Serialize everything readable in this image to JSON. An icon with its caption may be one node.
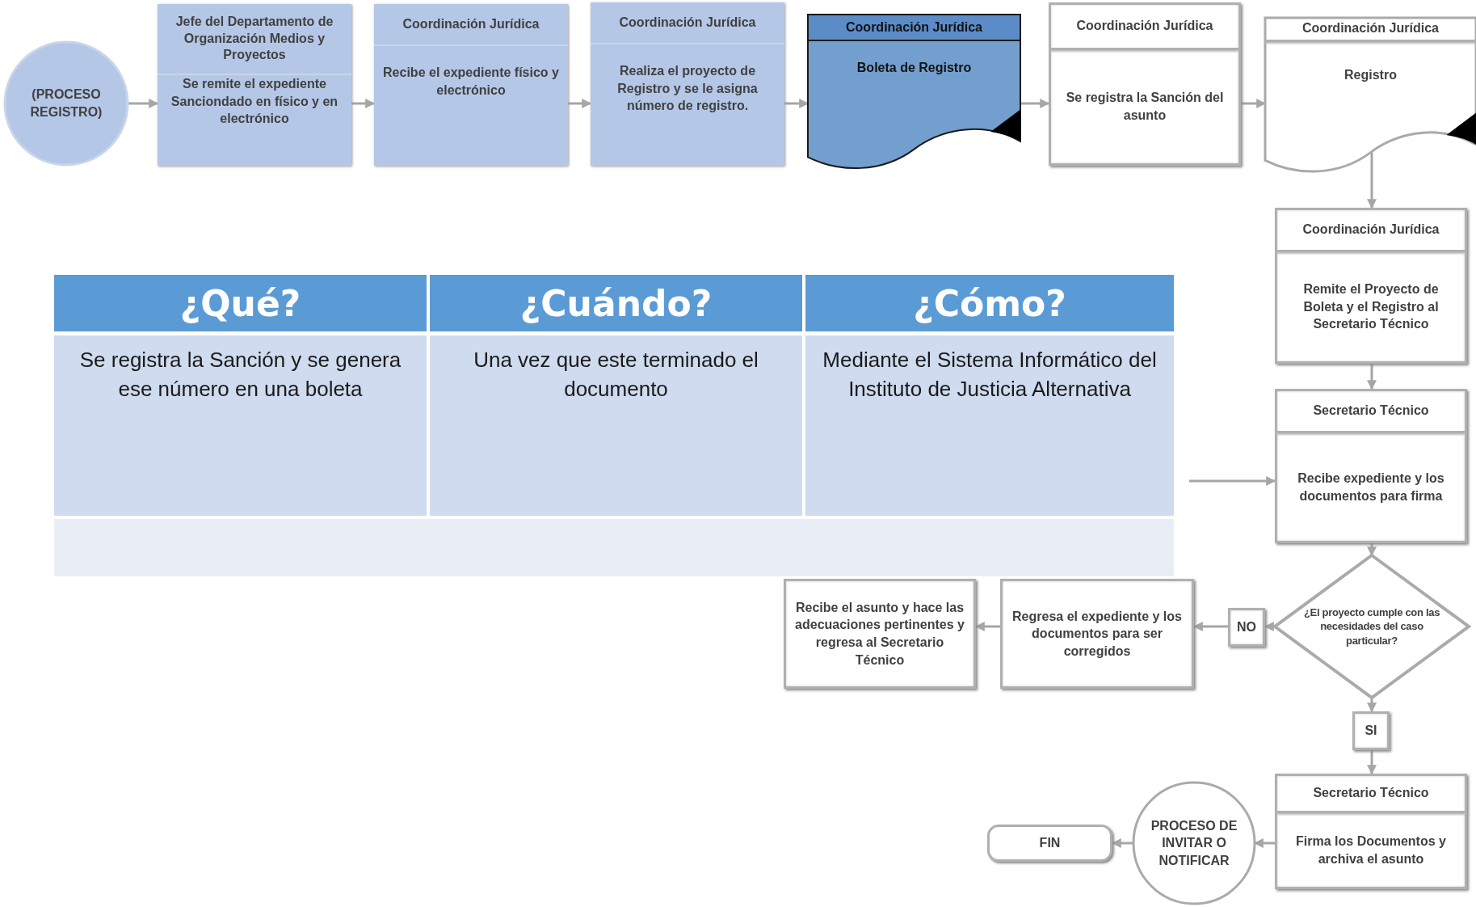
{
  "diagram": {
    "nodes": [
      {
        "text": [
          "(PROCESO REGISTRO)"
        ]
      },
      {
        "text": [
          "Jefe del Departamento de Organización Medios y Proyectos",
          "Se remite el expediente Sanciondado en físico y en electrónico"
        ]
      },
      {
        "text": [
          "Coordinación Jurídica",
          "Recibe el expediente físico y electrónico"
        ]
      },
      {
        "text": [
          "Coordinación Jurídica",
          "Realiza el proyecto de Registro y se le asigna número de registro."
        ]
      },
      {
        "text": [
          "Coordinación Jurídica",
          "Boleta de Registro"
        ]
      },
      {
        "text": [
          "Coordinación Jurídica",
          "Se registra la Sanción del asunto"
        ]
      },
      {
        "text": [
          "Coordinación Jurídica",
          "Registro"
        ]
      },
      {
        "text": [
          "Coordinación Jurídica",
          "Remite el Proyecto de Boleta y el Registro al Secretario Técnico"
        ]
      },
      {
        "text": [
          "Secretario Técnico",
          "Recibe expediente y los documentos para firma"
        ]
      },
      {
        "text": [
          "¿El proyecto cumple con las necesidades del caso particular?"
        ]
      },
      {
        "text": [
          "NO"
        ]
      },
      {
        "text": [
          "Regresa el expediente y los documentos para ser corregidos"
        ]
      },
      {
        "text": [
          "Recibe el asunto y hace las adecuaciones pertinentes y regresa al Secretario Técnico"
        ]
      },
      {
        "text": [
          "SI"
        ]
      },
      {
        "text": [
          "Secretario Técnico",
          "Firma los Documentos y archiva el asunto"
        ]
      },
      {
        "text": [
          "PROCESO DE INVITAR O NOTIFICAR"
        ]
      },
      {
        "text": [
          "FIN"
        ]
      }
    ],
    "edges": [
      {
        "from": 0,
        "to": 1,
        "arrow": "to"
      },
      {
        "from": 1,
        "to": 2,
        "arrow": "to"
      },
      {
        "from": 2,
        "to": 3,
        "arrow": "to"
      },
      {
        "from": 3,
        "to": 4,
        "arrow": "to"
      },
      {
        "from": 4,
        "to": 5,
        "arrow": "to"
      },
      {
        "from": 5,
        "to": 6,
        "arrow": "to"
      },
      {
        "from": 6,
        "to": 7,
        "arrow": "to"
      },
      {
        "from": 7,
        "to": 8,
        "arrow": "to"
      },
      {
        "from": 8,
        "to": 9,
        "arrow": "to"
      },
      {
        "from": 9,
        "to": 10,
        "arrow": "to"
      },
      {
        "from": 10,
        "to": 11,
        "arrow": "to"
      },
      {
        "from": 11,
        "to": 12,
        "arrow": "to"
      },
      {
        "from": null,
        "to": 8,
        "arrow": "to"
      },
      {
        "from": 9,
        "to": 13,
        "arrow": "to"
      },
      {
        "from": 13,
        "to": 14,
        "arrow": "to"
      },
      {
        "from": 14,
        "to": 15,
        "arrow": "to"
      },
      {
        "from": 15,
        "to": 16,
        "arrow": "to"
      }
    ],
    "labels": [
      "¿Qué?",
      "¿Cuándo?",
      "¿Cómo?",
      "Se registra la Sanción y se genera ese número en una boleta",
      "Una vez que este terminado el documento",
      "Mediante el Sistema Informático del Instituto de Justicia Alternativa"
    ]
  }
}
